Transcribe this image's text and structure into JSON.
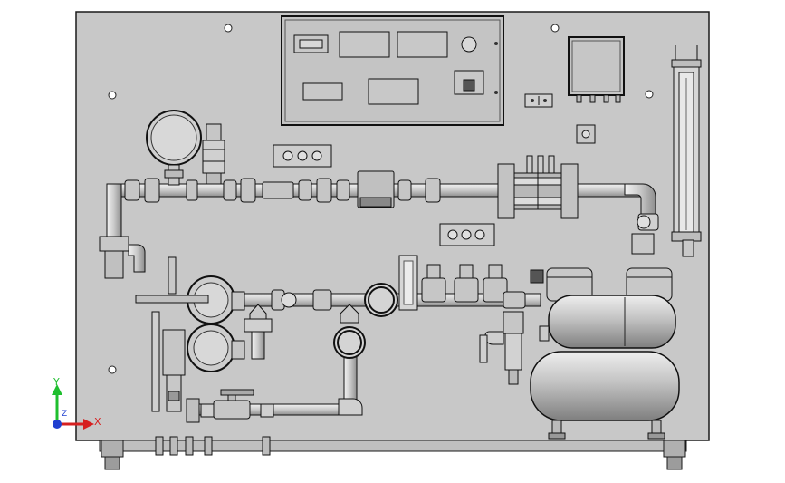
{
  "axis_triad": {
    "x_label": "X",
    "y_label": "Y",
    "z_label": "Z",
    "x_color": "#d62020",
    "y_color": "#1fbf2f",
    "z_color": "#2040d0"
  },
  "colors": {
    "panel": "#c8c8c8",
    "line": "#1a1a1a",
    "pipe": "#d2d2d2",
    "tank": "#c4c4c4",
    "white": "#ffffff"
  }
}
